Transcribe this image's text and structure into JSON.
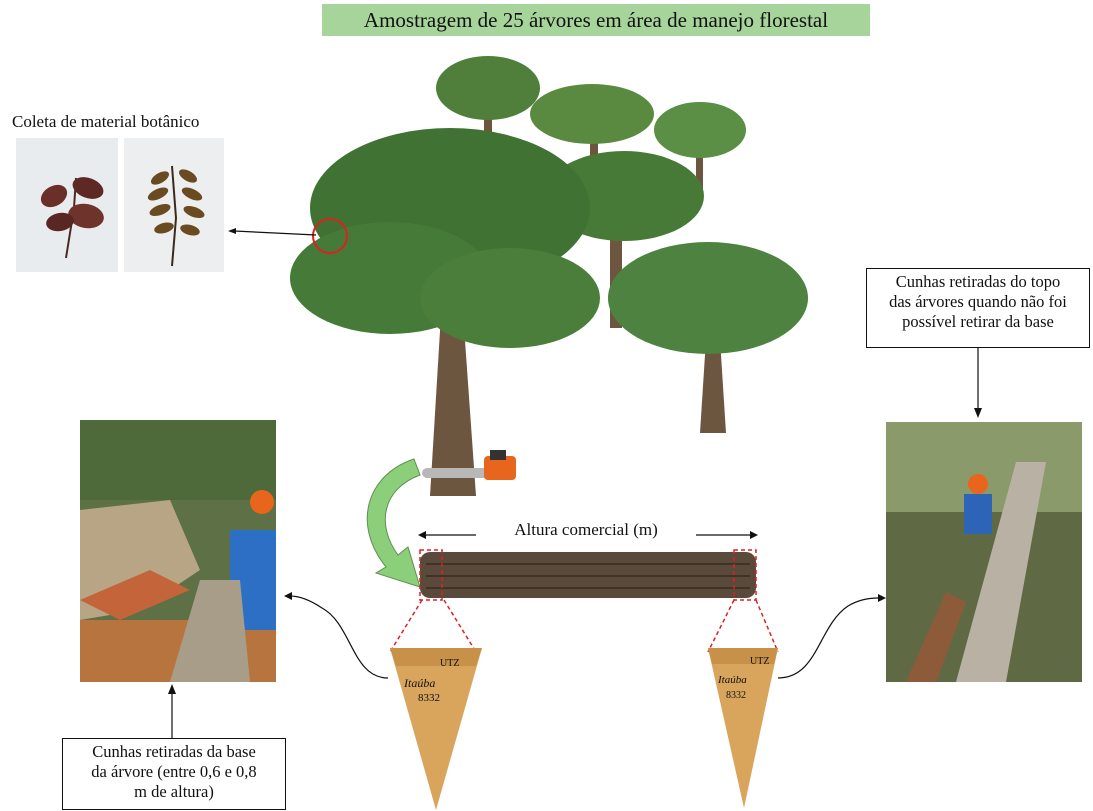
{
  "title": "Amostragem de 25 árvores em área de manejo florestal",
  "botanical_label": "Coleta de material botânico",
  "top_box": [
    "Cunhas retiradas do topo",
    "das árvores quando não foi",
    "possível retirar da base"
  ],
  "log_label": "Altura comercial (m)",
  "base_box": [
    "Cunhas retiradas da base",
    "da árvore (entre 0,6 e 0,8",
    "m de altura)"
  ],
  "wedge_text": {
    "code": "UTZ",
    "name": "Itaúba",
    "number": "8332"
  },
  "colors": {
    "title_bg": "#a6d49a",
    "foliage": "#4f7f3a",
    "trunk": "#6d5640",
    "wedge": "#d9a45c",
    "log": "#5a4a3b",
    "highlight": "#e02020",
    "arrow": "#8ccf7a"
  },
  "icons": [
    "leaf-sample-icon",
    "tree-icon",
    "chainsaw-icon",
    "curved-arrow-icon",
    "wood-wedge-icon"
  ]
}
